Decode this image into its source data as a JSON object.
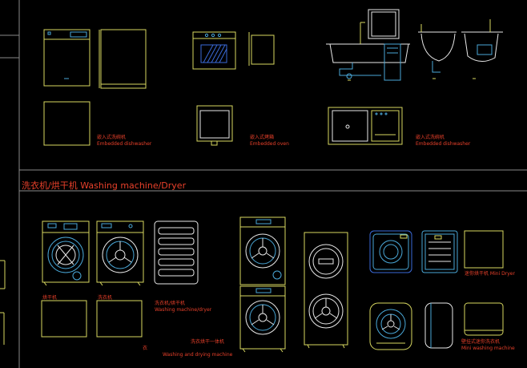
{
  "colors": {
    "background": "#000000",
    "frame_line": "#8a8a8a",
    "yellow": "#d8d860",
    "cyan": "#4aa8d8",
    "white": "#e8e8e8",
    "red": "#e8402a",
    "blue": "#3a6ad8"
  },
  "sections": {
    "dishwasher_oven": {
      "labels": [
        {
          "cn": "嵌入式洗碗机",
          "en": "Embedded dishwasher"
        },
        {
          "cn": "嵌入式烤箱",
          "en": "Embedded oven"
        },
        {
          "cn": "嵌入式洗碗机",
          "en": "Embedded dishwasher"
        }
      ]
    },
    "washing": {
      "title": "洗衣机/烘干机 Washing machine/Dryer",
      "labels": {
        "dryer": "烘干机",
        "washer": "洗衣机",
        "washer_dryer_cn": "洗衣机/烘干机",
        "washer_dryer_en": "Washing machine/dryer",
        "wash_dry_combo_cn": "洗衣烘干一体机",
        "wash_dry_combo_en": "Washing and drying machine",
        "mini_dryer": "迷你烘干机 Mini Dryer",
        "mini_washer_cn": "壁挂式迷你洗衣机",
        "mini_washer_en": "Mini washing machine",
        "stray": "衣"
      }
    }
  }
}
